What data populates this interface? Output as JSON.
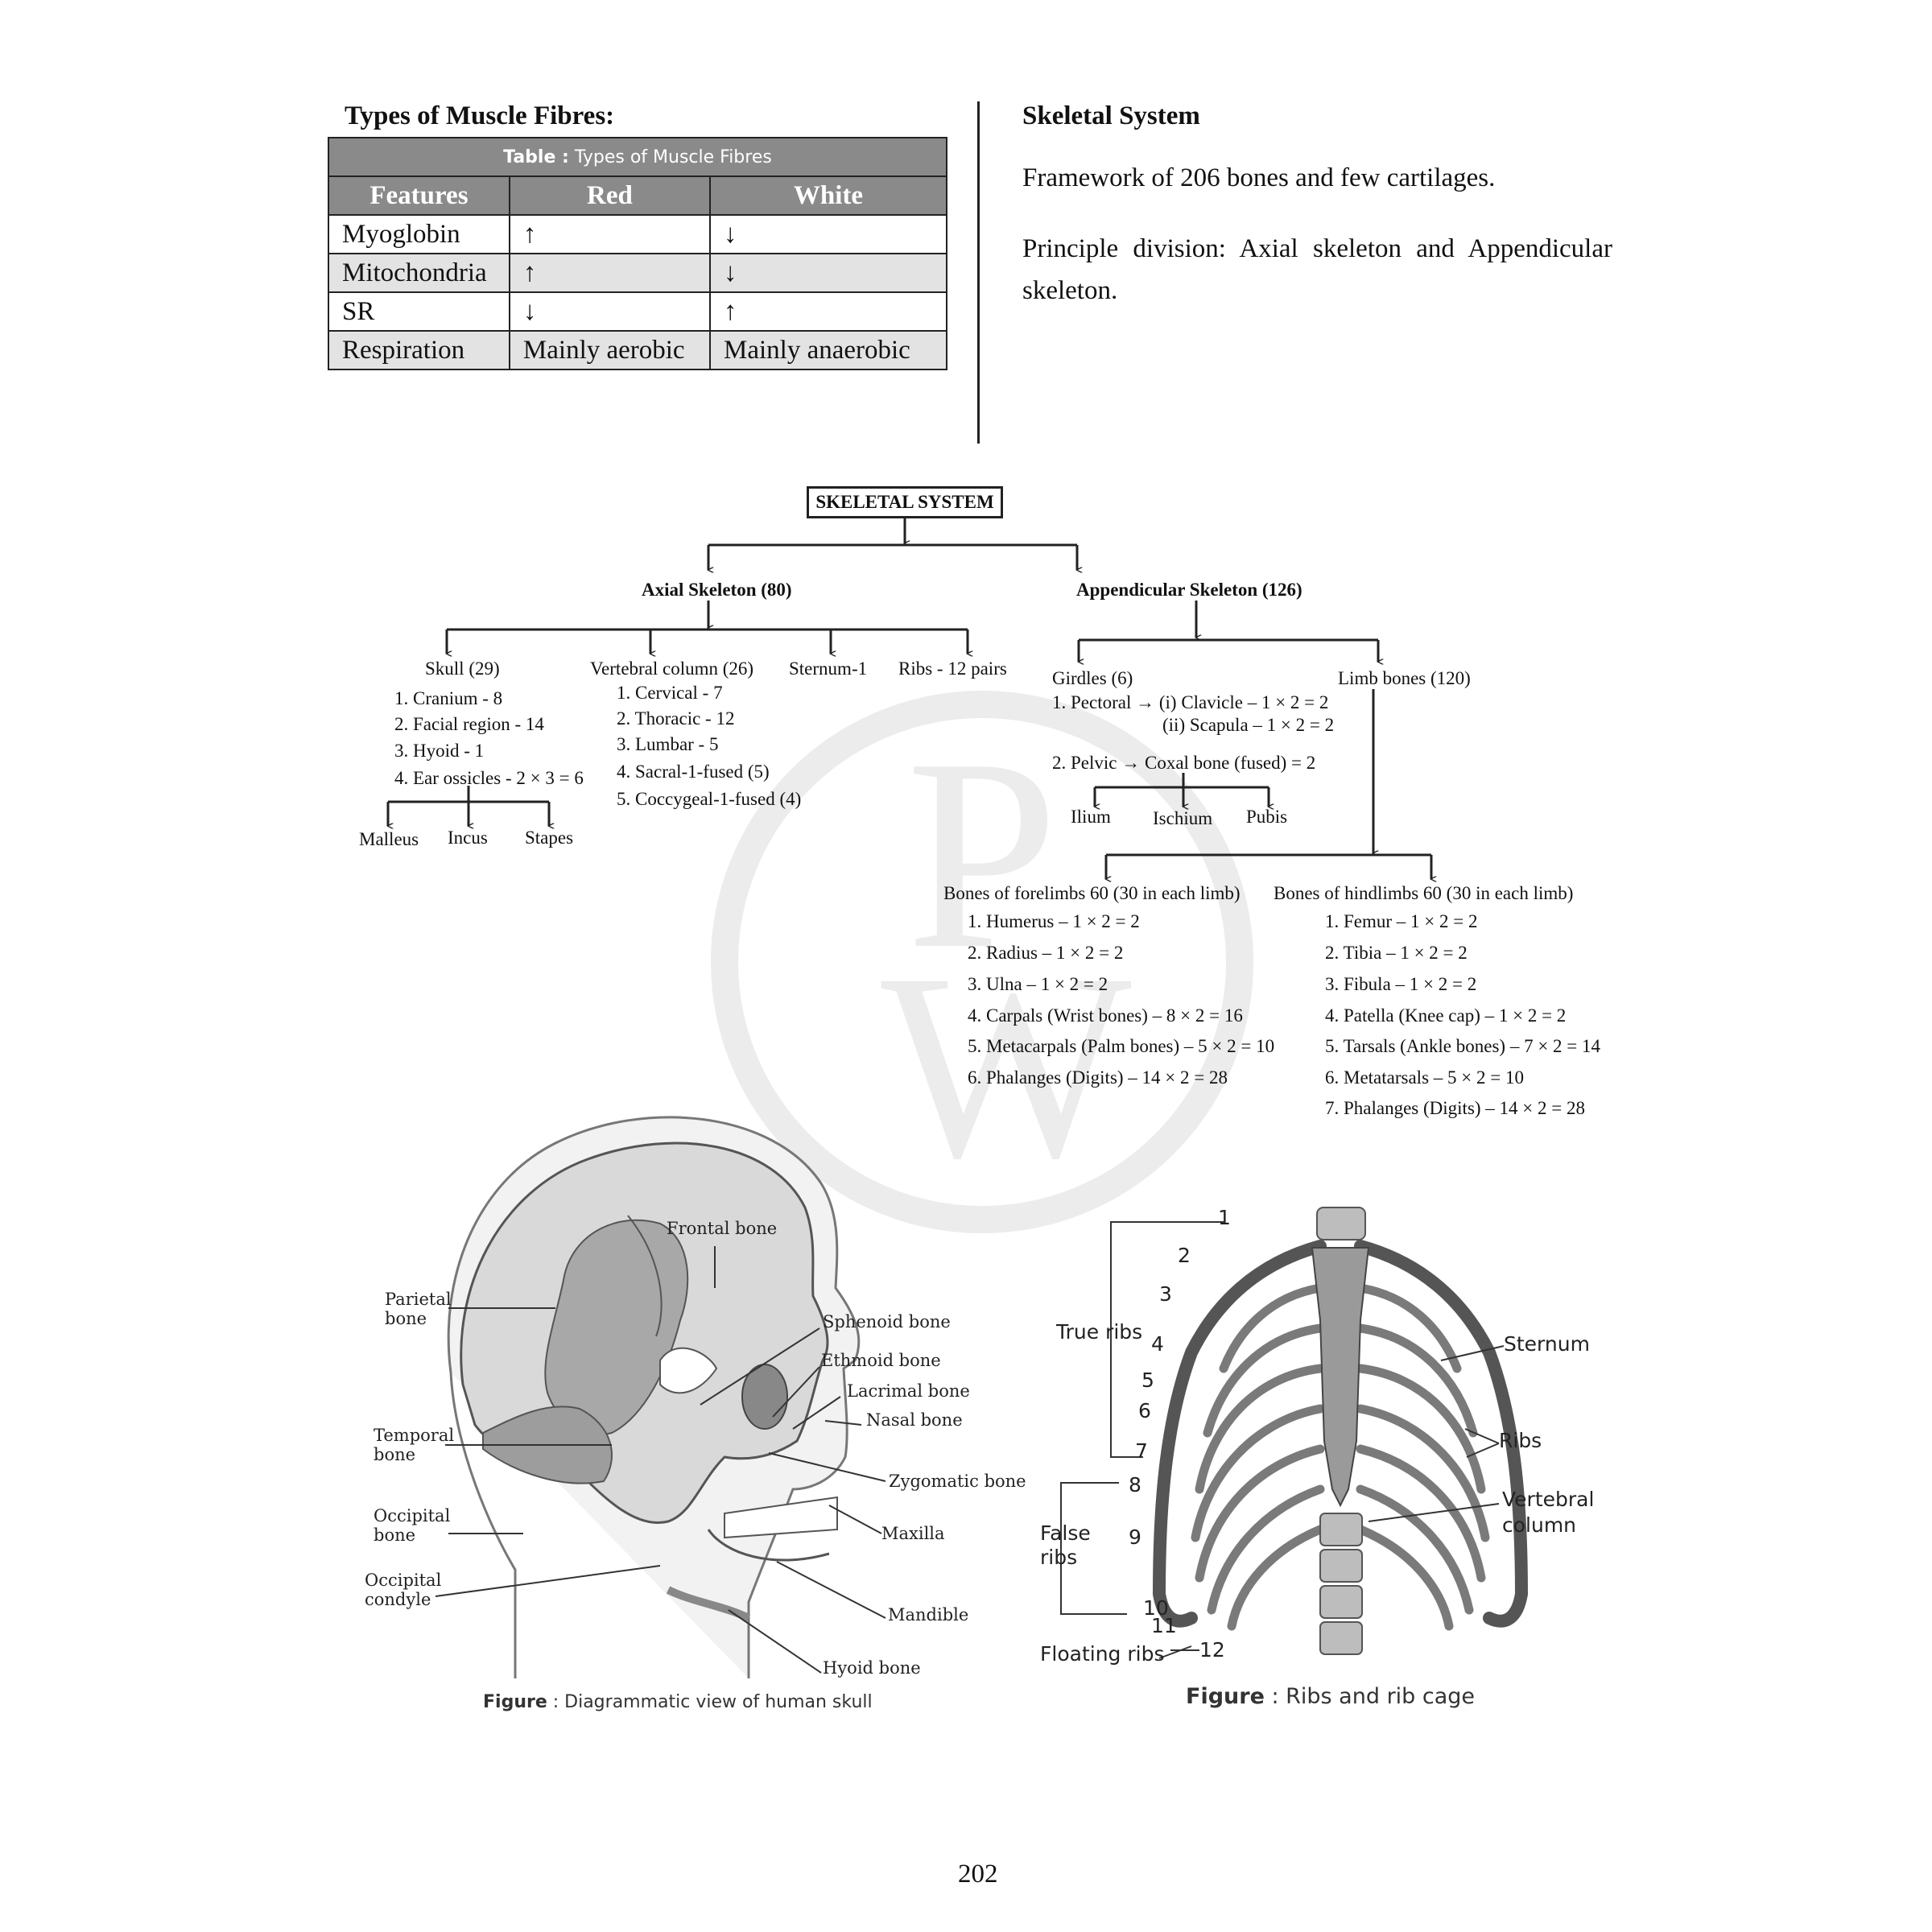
{
  "left": {
    "heading": "Types of Muscle Fibres:",
    "table": {
      "caption_bold": "Table :",
      "caption_rest": " Types of Muscle Fibres",
      "headers": [
        "Features",
        "Red",
        "White"
      ],
      "rows": [
        [
          "Myoglobin",
          "↑",
          "↓"
        ],
        [
          "Mitochondria",
          "↑",
          "↓"
        ],
        [
          "SR",
          "↓",
          "↑"
        ],
        [
          "Respiration",
          "Mainly aerobic",
          "Mainly anaerobic"
        ]
      ]
    }
  },
  "right": {
    "heading": "Skeletal System",
    "line1": "Framework of 206 bones and few cartilages.",
    "line2": "Principle division:  Axial skeleton and Appendicular skeleton."
  },
  "flow": {
    "root": "SKELETAL SYSTEM",
    "axial": "Axial Skeleton (80)",
    "appendicular": "Appendicular Skeleton (126)",
    "skull": {
      "title": "Skull (29)",
      "items": [
        "1. Cranium - 8",
        "2. Facial region - 14",
        "3. Hyoid - 1",
        "4. Ear ossicles - 2 × 3 = 6"
      ],
      "ossicles": [
        "Malleus",
        "Incus",
        "Stapes"
      ]
    },
    "vertebral": {
      "title": "Vertebral column (26)",
      "items": [
        "1. Cervical - 7",
        "2. Thoracic - 12",
        "3. Lumbar - 5",
        "4. Sacral-1-fused  (5)",
        "5. Coccygeal-1-fused  (4)"
      ]
    },
    "sternum": "Sternum-1",
    "ribs": "Ribs - 12 pairs",
    "girdles": {
      "title": "Girdles (6)",
      "pectoral": "1. Pectoral → (i) Clavicle – 1 × 2 = 2",
      "scapula": "(ii) Scapula – 1 × 2 = 2",
      "pelvic": "2. Pelvic → Coxal bone (fused) = 2",
      "parts": [
        "Ilium",
        "Ischium",
        "Pubis"
      ]
    },
    "limb": "Limb bones (120)",
    "forelimb": {
      "title": "Bones of forelimbs  60 (30 in each limb)",
      "items": [
        "1. Humerus – 1 × 2 = 2",
        "2. Radius – 1 × 2 = 2",
        "3. Ulna – 1 × 2 = 2",
        "4. Carpals (Wrist bones) – 8 × 2 = 16",
        "5. Metacarpals (Palm bones) – 5 × 2 = 10",
        "6. Phalanges (Digits) – 14 × 2 = 28"
      ]
    },
    "hindlimb": {
      "title": "Bones of  hindlimbs  60 (30 in each limb)",
      "items": [
        "1. Femur – 1 × 2 = 2",
        "2. Tibia – 1 × 2 = 2",
        "3. Fibula – 1 × 2 = 2",
        "4. Patella (Knee cap) – 1 × 2 = 2",
        "5. Tarsals (Ankle bones) – 7 × 2 = 14",
        "6. Metatarsals  – 5 × 2 = 10",
        "7. Phalanges (Digits) – 14 × 2 = 28"
      ]
    }
  },
  "skull_figure": {
    "labels": {
      "frontal": "Frontal bone",
      "parietal_1": "Parietal",
      "parietal_2": "bone",
      "sphenoid": "Sphenoid bone",
      "ethmoid": "Ethmoid bone",
      "lacrimal": "Lacrimal bone",
      "nasal": "Nasal bone",
      "temporal_1": "Temporal",
      "temporal_2": "bone",
      "zygomatic": "Zygomatic bone",
      "occipital_1": "Occipital",
      "occipital_2": "bone",
      "maxilla": "Maxilla",
      "condyle_1": "Occipital",
      "condyle_2": "condyle",
      "mandible": "Mandible",
      "hyoid": "Hyoid bone"
    },
    "caption_bold": "Figure",
    "caption_rest": " : Diagrammatic view of human skull"
  },
  "rib_figure": {
    "numbers": [
      "1",
      "2",
      "3",
      "4",
      "5",
      "6",
      "7",
      "8",
      "9",
      "10",
      "11",
      "12"
    ],
    "labels": {
      "true_ribs": "True ribs",
      "false_1": "False",
      "false_2": "ribs",
      "floating": "Floating ribs",
      "sternum": "Sternum",
      "ribs": "Ribs",
      "vertebral_1": "Vertebral",
      "vertebral_2": "column"
    },
    "caption_bold": "Figure",
    "caption_rest": " : Ribs and rib cage"
  },
  "page_number": "202",
  "colors": {
    "table_header": "#8a8a8a",
    "row_alt": "#e3e3e4",
    "watermark": "#ececec"
  }
}
